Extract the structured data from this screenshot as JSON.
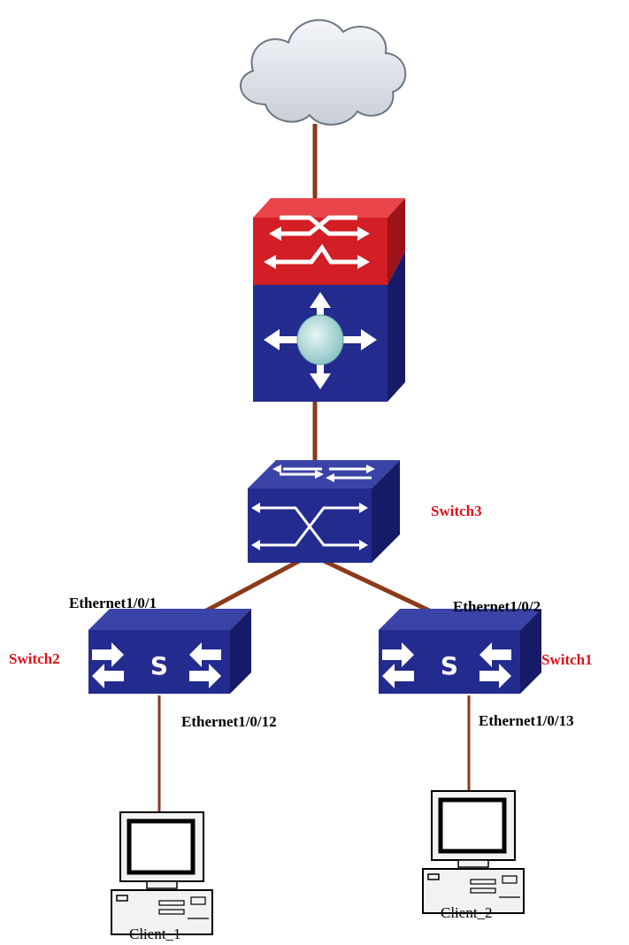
{
  "colors": {
    "link": "#8b3a1a",
    "switch_label": "#e0101a",
    "port_label": "#000000",
    "switch_blue": "#232b8f",
    "switch_red": "#d21e24",
    "cloud": "#d8dde4"
  },
  "icons": {
    "cloud": "cloud-icon",
    "core": "multilayer-switch-icon",
    "aggregation": "layer2-switch-icon",
    "access": "access-switch-icon",
    "client": "workstation-icon"
  },
  "switches": {
    "switch3": "Switch3",
    "switch2": "Switch2",
    "switch1": "Switch1"
  },
  "ports": {
    "sw2_uplink": "Ethernet1/0/1",
    "sw1_uplink": "Ethernet1/0/2",
    "sw2_client": "Ethernet1/0/12",
    "sw1_client": "Ethernet1/0/13"
  },
  "clients": {
    "client1": "Client_1",
    "client2": "Client_2"
  }
}
